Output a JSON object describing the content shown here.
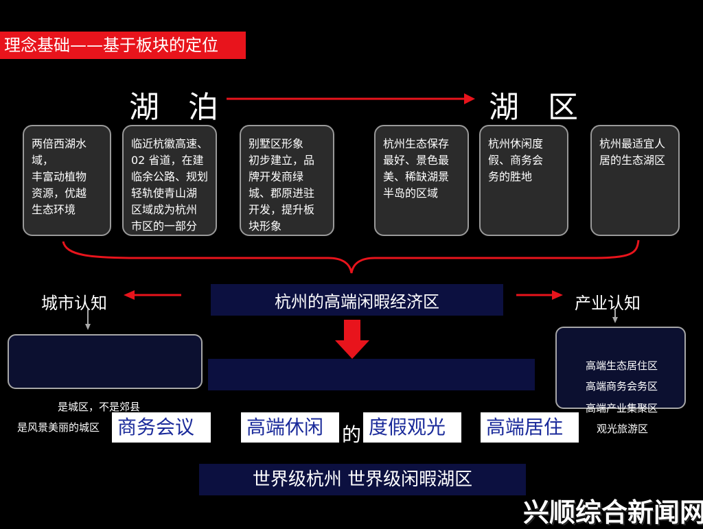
{
  "header": {
    "title": "理念基础——基于板块的定位"
  },
  "top": {
    "left_word": "湖 泊",
    "right_word": "湖 区"
  },
  "cards": [
    "两倍西湖水域，\n丰富动植物\n资源，优越\n生态环境",
    "临近杭徽高速、\n02 省道，在建\n临余公路、规划\n轻轨使青山湖\n区域成为杭州\n市区的一部分",
    "别墅区形象\n初步建立，品\n牌开发商绿\n城、郡原进驻\n开发，提升板\n块形象",
    "杭州生态保存\n最好、景色最\n美、稀缺湖景\n半岛的区域",
    "杭州休闲度\n假、商务会\n务的胜地",
    "杭州最适宜人\n居的生态湖区"
  ],
  "center": {
    "main_label": "杭州的高端闲暇经济区",
    "bottom_label": "世界级杭州    世界级闲暇湖区"
  },
  "left": {
    "title": "城市认知",
    "line1": "是城区，不是郊县",
    "line2": "是风景美丽的城区"
  },
  "right": {
    "title": "产业认知",
    "items": [
      "高端生态居住区",
      "高端商务会务区",
      "高端产业集聚区",
      "观光旅游区"
    ]
  },
  "tags": [
    "商务会议",
    "高端休闲",
    "度假观光",
    "高端居住"
  ],
  "de_char": "的",
  "watermark": "兴顺综合新闻网",
  "colors": {
    "accent_red": "#e8141c",
    "navy": "#0c1040",
    "card_bg": "#2b2b2b"
  }
}
